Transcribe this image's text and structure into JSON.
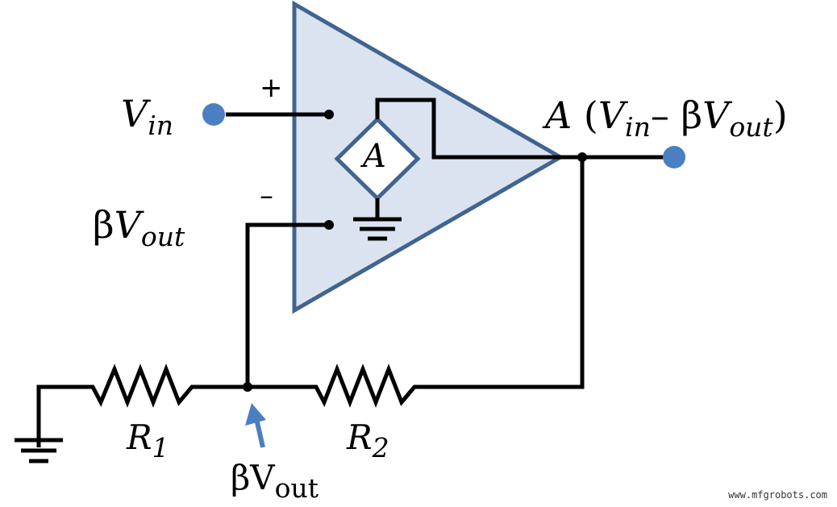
{
  "colors": {
    "opamp_fill": "#dbe3f1",
    "opamp_stroke": "#41648f",
    "terminal": "#4a7fc1",
    "wire": "#000000"
  },
  "labels": {
    "vin_symbol": "V",
    "vin_sub": "in",
    "plus_sign": "+",
    "minus_sign": "–",
    "fb_beta": "β",
    "fb_symbol": "V",
    "fb_sub": "out",
    "gain_source": "A",
    "out_A": "A",
    "out_open": "(",
    "out_vin": "V",
    "out_vin_sub": "in",
    "out_minus": "– β",
    "out_vout": "V",
    "out_vout_sub": "out",
    "out_close": ")",
    "r1_symbol": "R",
    "r1_sub": "1",
    "r2_symbol": "R",
    "r2_sub": "2",
    "node_beta": "β",
    "node_symbol": "V",
    "node_sub": "out"
  },
  "watermark": "www.mfgrobots.com"
}
